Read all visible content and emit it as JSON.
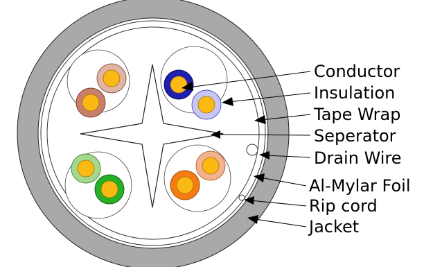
{
  "labels": {
    "conductor": "Conductor",
    "insulation": "Insulation",
    "tape_wrap": "Tape Wrap",
    "separator": "Seperator",
    "drain_wire": "Drain Wire",
    "al_mylar_foil": "Al-Mylar Foil",
    "rip_cord": "Rip cord",
    "jacket": "Jacket"
  },
  "colors": {
    "jacket": "#a9a9a9",
    "conductor": "#fbb914",
    "pair_brown": [
      "#c9806a",
      "#e0b5a4"
    ],
    "pair_blue": [
      "#1f1fb0",
      "#c7c7f2"
    ],
    "pair_green": [
      "#27b027",
      "#a3d98f"
    ],
    "pair_orange": [
      "#f57c14",
      "#f4b38c"
    ]
  }
}
